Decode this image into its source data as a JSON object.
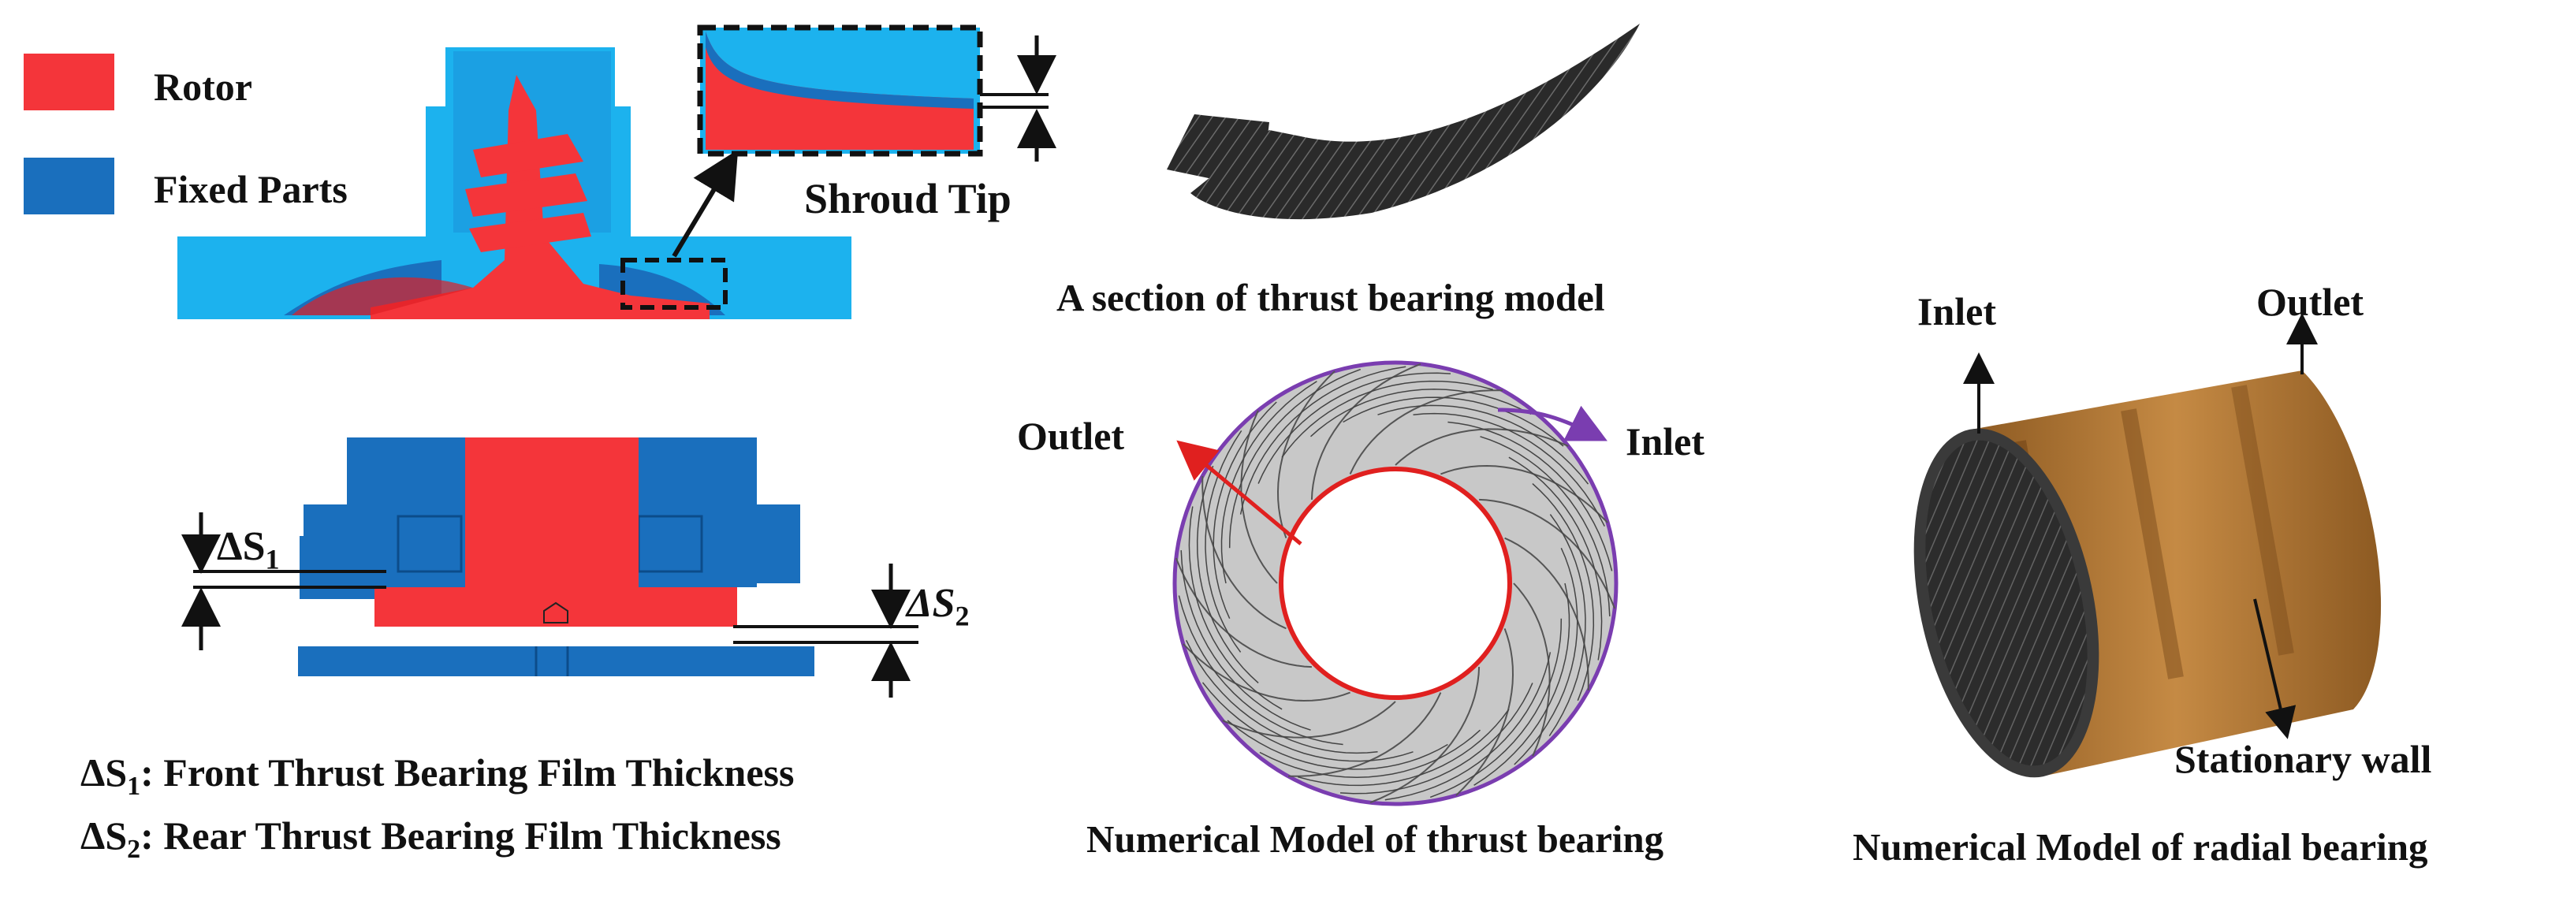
{
  "legend": {
    "rotor": {
      "label": "Rotor",
      "color": "#f4353a"
    },
    "fixed": {
      "label": "Fixed Parts",
      "color": "#1a6fbd"
    }
  },
  "colors": {
    "fixed_light": "#1cb2ee",
    "fixed_dark": "#1a6fbd",
    "rotor": "#f4353a",
    "brown": "#a86a2a",
    "mesh_gray": "#c7c7c7",
    "inlet_purple": "#7a3db0"
  },
  "assembly": {
    "shroud_tip": "Shroud Tip"
  },
  "bearing_section": {
    "ds1_sym": "ΔS",
    "ds1_sub": "1",
    "ds2_sym": "ΔS",
    "ds2_sub": "2",
    "def1_sym": "ΔS",
    "def1_sub": "1",
    "def1_text": ": Front Thrust Bearing Film Thickness",
    "def2_sym": "ΔS",
    "def2_sub": "2",
    "def2_text": ": Rear Thrust Bearing Film Thickness"
  },
  "thrust_section": {
    "caption": "A section of  thrust bearing model"
  },
  "thrust_model": {
    "outlet": "Outlet",
    "inlet": "Inlet",
    "caption": "Numerical Model of thrust bearing"
  },
  "radial_model": {
    "inlet": "Inlet",
    "outlet": "Outlet",
    "wall": "Stationary wall",
    "caption": "Numerical Model of radial bearing"
  }
}
